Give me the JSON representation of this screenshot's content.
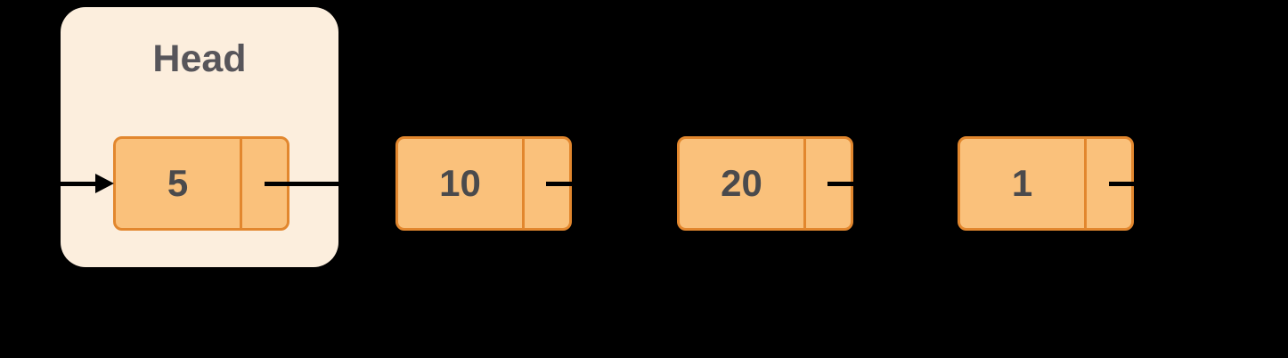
{
  "diagram": {
    "type": "singly-linked-list",
    "head_label": "Head",
    "nodes": [
      {
        "value": "5"
      },
      {
        "value": "10"
      },
      {
        "value": "20"
      },
      {
        "value": "1"
      }
    ],
    "colors": {
      "background": "#000000",
      "head_box_fill": "#FCEEDD",
      "node_fill": "#FAC17B",
      "node_border": "#E2872E",
      "arrow": "#000000",
      "head_label_text": "#57555A",
      "node_value_text": "#4A4A4C"
    }
  }
}
